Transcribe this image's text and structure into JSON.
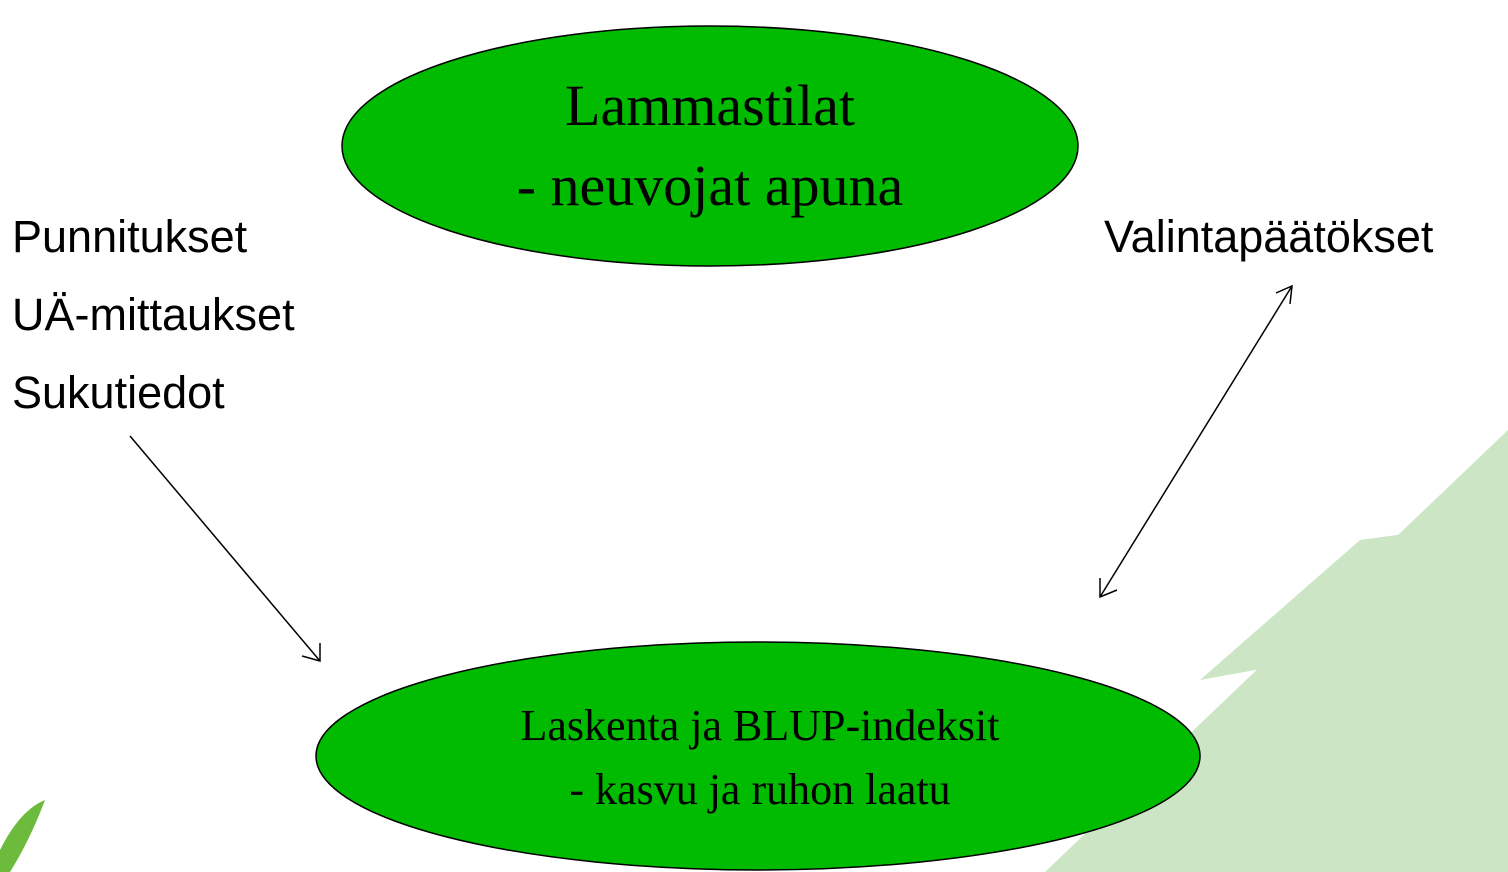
{
  "top_node": {
    "line1": "Lammastilat",
    "line2": "- neuvojat apuna",
    "fill": "#00bb00"
  },
  "bottom_node": {
    "line1": "Laskenta ja BLUP-indeksit",
    "line2": "- kasvu ja ruhon laatu",
    "fill": "#00bb00"
  },
  "inputs": {
    "items": [
      "Punnitukset",
      "UÄ-mittaukset",
      "Sukutiedot"
    ]
  },
  "decisions": {
    "label": "Valintapäätökset"
  },
  "colors": {
    "leaf_background": "#c8e4c2",
    "leaf_accent": "#6cbb3c"
  }
}
